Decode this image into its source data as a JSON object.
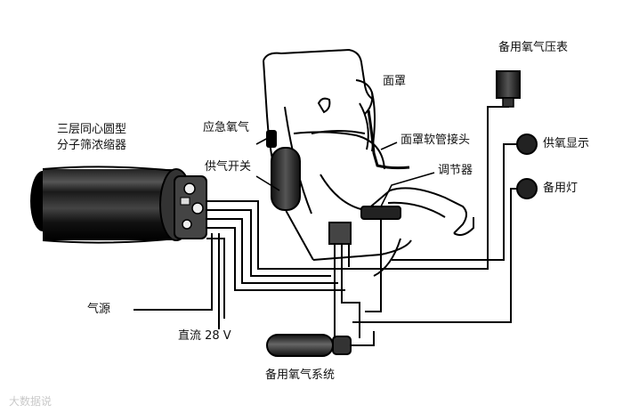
{
  "labels": {
    "concentrator_line1": "三层同心圆型",
    "concentrator_line2": "分子筛浓缩器",
    "emergency_oxygen": "应急氧气",
    "supply_switch": "供气开关",
    "mask": "面罩",
    "mask_hose_connector": "面罩软管接头",
    "regulator": "调节器",
    "backup_pressure_gauge": "备用氧气压表",
    "oxygen_supply_indicator": "供氧显示",
    "backup_light": "备用灯",
    "air_source": "气源",
    "dc_power": "直流 28 V",
    "backup_oxygen_system": "备用氧气系统"
  },
  "watermark": "大数据说",
  "colors": {
    "ink": "#111111",
    "background": "#ffffff"
  }
}
